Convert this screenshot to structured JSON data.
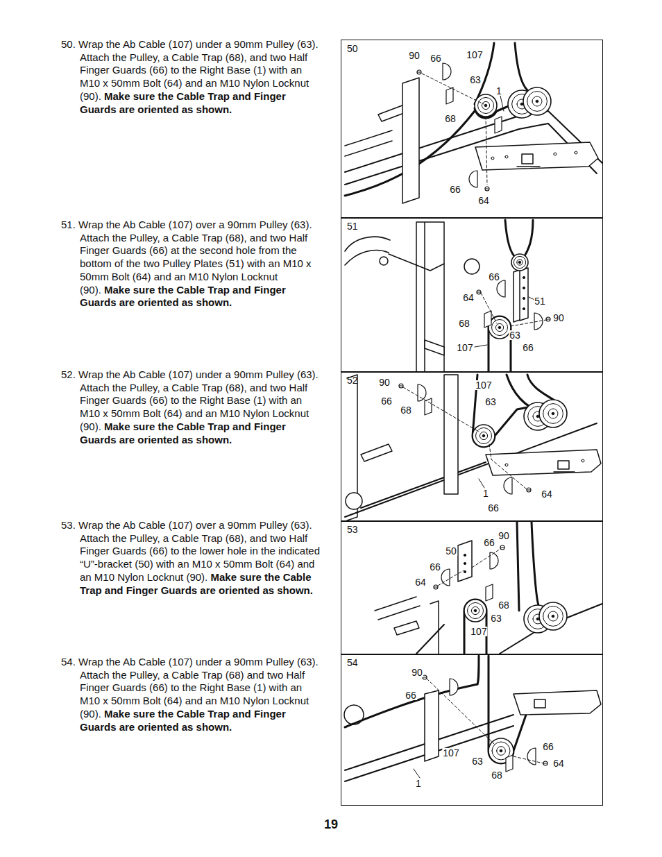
{
  "diagram": {
    "nodes": [
      {
        "text": [
          "50"
        ]
      },
      {
        "text": [
          "51"
        ]
      },
      {
        "text": [
          "52"
        ]
      },
      {
        "text": [
          "53"
        ]
      },
      {
        "text": [
          "54"
        ]
      }
    ],
    "labels": [
      "50. Wrap the Ab Cable (107) under a 90mm Pulley (63). Attach the Pulley, a Cable Trap (68), and two Half Finger Guards (66) to the Right Base (1) with an M10 x 50mm Bolt (64) and an M10 Nylon Locknut (90).",
      "Make sure the Cable Trap and Finger Guards are oriented as shown.",
      "90",
      "66",
      "107",
      "63",
      "1",
      "68",
      "66",
      "64",
      "51. Wrap the Ab Cable (107) over a 90mm Pulley (63). Attach the Pulley, a Cable Trap (68), and two Half Finger Guards (66) at the second hole from the bottom of the two Pulley Plates (51) with an M10 x 50mm Bolt (64) and an M10 Nylon Locknut (90).",
      "Make sure the Cable Trap and Finger Guards are oriented as shown.",
      "66",
      "64",
      "51",
      "68",
      "90",
      "63",
      "107",
      "66",
      "52. Wrap the Ab Cable (107) under a 90mm Pulley (63). Attach the Pulley, a Cable Trap (68), and two Half Finger Guards (66) to the Right Base (1) with an M10 x 50mm Bolt (64) and an M10 Nylon Locknut (90).",
      "Make sure the Cable Trap and Finger Guards are oriented as shown.",
      "90",
      "107",
      "66",
      "63",
      "68",
      "1",
      "64",
      "66",
      "53. Wrap the Ab Cable (107) over a 90mm Pulley (63). Attach the Pulley, a Cable Trap (68), and two Half Finger Guards (66) to the lower hole in the indicated “U”-bracket (50) with an M10 x 50mm Bolt (64) and an M10 Nylon Locknut (90).",
      "Make sure the Cable Trap and Finger Guards are oriented as shown.",
      "90",
      "66",
      "50",
      "66",
      "64",
      "68",
      "63",
      "107",
      "54. Wrap the Ab Cable (107) under a 90mm Pulley (63). Attach the Pulley, a Cable Trap (68) and two Half Finger Guards (66) to the Right Base (1) with an M10 x 50mm Bolt (64) and an M10 Nylon Locknut (90).",
      "Make sure the Cable Trap and Finger Guards are oriented as shown.",
      "90",
      "66",
      "66",
      "107",
      "63",
      "64",
      "68",
      "1",
      "19"
    ]
  }
}
